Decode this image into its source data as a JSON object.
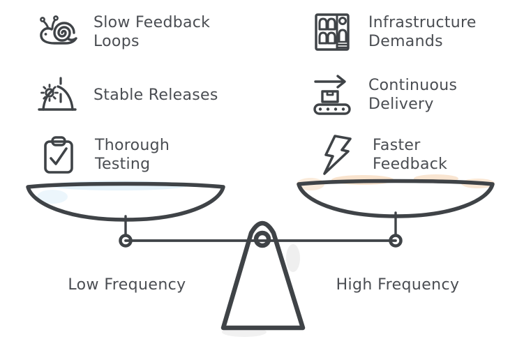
{
  "left_column": {
    "items": [
      {
        "icon": "snail-icon",
        "label": "Slow Feedback\nLoops"
      },
      {
        "icon": "sunrise-icon",
        "label": "Stable Releases"
      },
      {
        "icon": "clipboard-check-icon",
        "label": "Thorough\nTesting"
      }
    ]
  },
  "right_column": {
    "items": [
      {
        "icon": "server-rack-icon",
        "label": "Infrastructure\nDemands"
      },
      {
        "icon": "conveyor-belt-icon",
        "label": "Continuous\nDelivery"
      },
      {
        "icon": "lightning-bolt-icon",
        "label": "Faster\nFeedback"
      }
    ]
  },
  "scale": {
    "left_label": "Low Frequency",
    "right_label": "High Frequency",
    "left_pan_color": "#d9effa",
    "left_smudge_color": "#cfe9f7",
    "right_pan_color": "#fbe2ca",
    "right_smudge_color": "#f6d7b8",
    "fulcrum_color": "#e9eaea",
    "outline_color": "#3f4347",
    "text_color": "#4a4d52"
  }
}
